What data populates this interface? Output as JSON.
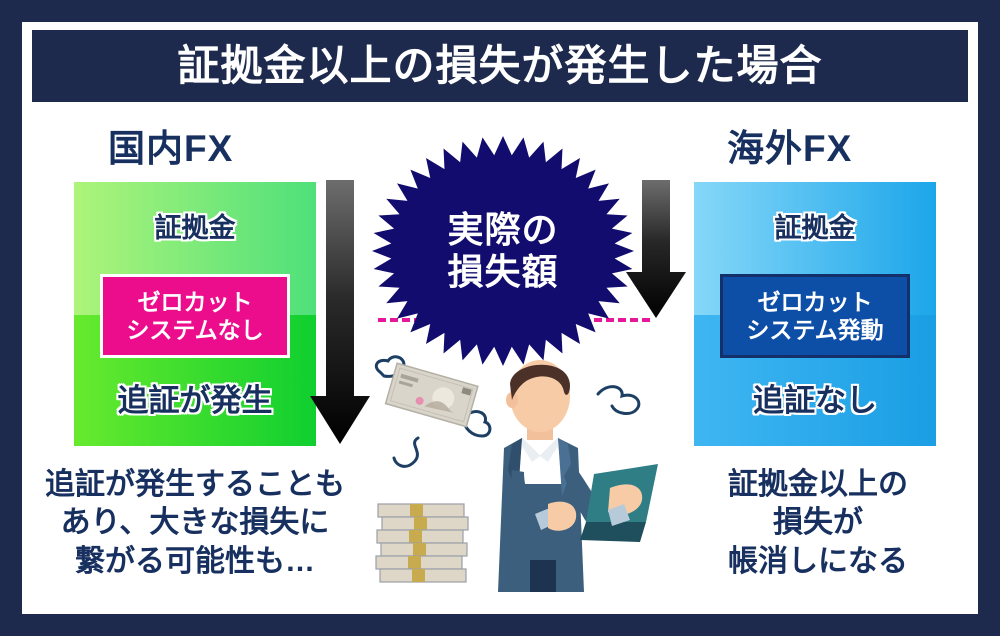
{
  "title": {
    "text": "証拠金以上の損失が発生した場合"
  },
  "columns": {
    "left": {
      "heading": "国内FX",
      "panel_label_top": "証拠金",
      "panel_label_bottom": "追証が発生",
      "zerocut_line1": "ゼロカット",
      "zerocut_line2": "システムなし",
      "caption_line1": "追証が発生することも",
      "caption_line2": "あり、大きな損失に",
      "caption_line3": "繋がる可能性も…",
      "colors": {
        "band_top_start": "#aef47a",
        "band_top_end": "#4fe07a",
        "band_bottom_start": "#67ea2e",
        "band_bottom_end": "#0fcf2f",
        "badge": "#ec0d8c"
      }
    },
    "right": {
      "heading": "海外FX",
      "panel_label_top": "証拠金",
      "panel_label_bottom": "追証なし",
      "zerocut_line1": "ゼロカット",
      "zerocut_line2": "システム発動",
      "caption_line1": "証拠金以上の",
      "caption_line2": "損失が",
      "caption_line3": "帳消しになる",
      "colors": {
        "band_top_start": "#86d7f8",
        "band_top_end": "#1ca6ea",
        "band_bottom_start": "#3fb6f2",
        "band_bottom_end": "#1a9ee4",
        "badge": "#0d4ea6"
      }
    }
  },
  "center": {
    "burst_line1": "実際の",
    "burst_line2": "損失額",
    "burst_color": "#120c6e",
    "dash_line_color": "#e5179a"
  },
  "icons": {
    "arrow_left": "down-arrow-icon",
    "arrow_right": "down-arrow-icon",
    "money_flying": "flying-banknote-icon",
    "money_stack": "cash-stack-icon",
    "person": "businessman-illustration"
  },
  "theme": {
    "frame": "#1d2a4d",
    "navy_text": "#17305f",
    "background": "#ffffff"
  }
}
